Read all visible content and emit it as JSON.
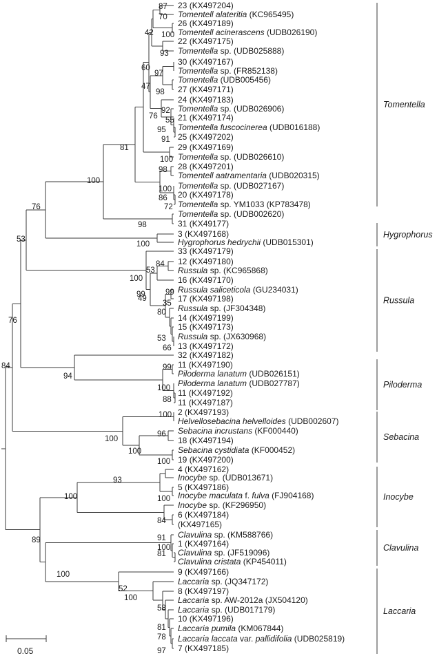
{
  "tree": {
    "leaves": [
      {
        "id": "t1",
        "name": "23",
        "acc": "(KX497204)"
      },
      {
        "id": "t2",
        "name": "Tomentell alateritia",
        "acc": "(KC965495)",
        "italic": true
      },
      {
        "id": "t3",
        "name": "26",
        "acc": "(KX497189)"
      },
      {
        "id": "t4",
        "name": "Tomentell acinerascens",
        "acc": "(UDB026190)",
        "italic": true
      },
      {
        "id": "t5",
        "name": "22",
        "acc": "(KX497175)"
      },
      {
        "id": "t6",
        "name": "Tomentella",
        "tail": "sp.",
        "acc": "(UDB025888)",
        "italic": true
      },
      {
        "id": "t7",
        "name": "30",
        "acc": "(KX497167)"
      },
      {
        "id": "t8",
        "name": "Tomentella",
        "tail": "sp.",
        "acc": "(FR852138)",
        "italic": true
      },
      {
        "id": "t9",
        "name": "Tomentella",
        "acc": "(UDB005456)",
        "italic": true
      },
      {
        "id": "t10",
        "name": "27",
        "acc": "(KX497171)"
      },
      {
        "id": "t11",
        "name": "24",
        "acc": "(KX497183)"
      },
      {
        "id": "t12",
        "name": "Tomentella",
        "tail": "sp.",
        "acc": "(UDB026906)",
        "italic": true
      },
      {
        "id": "t13",
        "name": "21",
        "acc": "(KX497174)"
      },
      {
        "id": "t14",
        "name": "Tomentella fuscocinerea",
        "acc": "(UDB016188)",
        "italic": true
      },
      {
        "id": "t15",
        "name": "25",
        "acc": "(KX497202)"
      },
      {
        "id": "t16",
        "name": "29",
        "acc": "(KX497169)"
      },
      {
        "id": "t17",
        "name": "Tomentella",
        "tail": "sp.",
        "acc": "(UDB026610)",
        "italic": true
      },
      {
        "id": "t18",
        "name": "28",
        "acc": "(KX497201)"
      },
      {
        "id": "t19",
        "name": "Tomentell aatramentaria",
        "acc": "(UDB020315)",
        "italic": true
      },
      {
        "id": "t20",
        "name": "Tomentella",
        "tail": "sp.",
        "acc": "(UDB027167)",
        "italic": true
      },
      {
        "id": "t21",
        "name": "20",
        "acc": "(KX497178)"
      },
      {
        "id": "t22",
        "name": "Tomentella",
        "tail": "sp. YM1033",
        "acc": "(KP783478)",
        "italic": true
      },
      {
        "id": "t23",
        "name": "Tomentella",
        "tail": "sp.",
        "acc": "(UDB002620)",
        "italic": true
      },
      {
        "id": "t24",
        "name": "31",
        "acc": "(KX49177)"
      },
      {
        "id": "h1",
        "name": "3",
        "acc": "(KX497168)"
      },
      {
        "id": "h2",
        "name": "Hygrophorus hedrychii",
        "acc": "(UDB015301)",
        "italic": true
      },
      {
        "id": "r1",
        "name": "33",
        "acc": "(KX497179)"
      },
      {
        "id": "r2",
        "name": "12",
        "acc": "(KX497180)"
      },
      {
        "id": "r3",
        "name": "Russula",
        "tail": "sp.",
        "acc": "(KC965868)",
        "italic": true
      },
      {
        "id": "r4",
        "name": "16",
        "acc": "(KX497170)"
      },
      {
        "id": "r5",
        "name": "Russula saliceticola",
        "acc": "(GU234031)",
        "italic": true
      },
      {
        "id": "r6",
        "name": "17",
        "acc": "(KX497198)"
      },
      {
        "id": "r7",
        "name": "Russula",
        "tail": "sp.",
        "acc": "(JF304348)",
        "italic": true
      },
      {
        "id": "r8",
        "name": "14",
        "acc": "(KX497199)"
      },
      {
        "id": "r9",
        "name": "15",
        "acc": "(KX497173)"
      },
      {
        "id": "r10",
        "name": "Russula",
        "tail": "sp.",
        "acc": "(JX630968)",
        "italic": true
      },
      {
        "id": "r11",
        "name": "13",
        "acc": "(KX497172)"
      },
      {
        "id": "p1",
        "name": "32",
        "acc": "(KX497182)"
      },
      {
        "id": "p2",
        "name": "11",
        "acc": "(KX497190)"
      },
      {
        "id": "p3",
        "name": "Piloderma lanatum",
        "acc": "(UDB026151)",
        "italic": true
      },
      {
        "id": "p4",
        "name": "Piloderma lanatum",
        "acc": "(UDB027787)",
        "italic": true
      },
      {
        "id": "p5",
        "name": "11",
        "acc": "(KX497192)"
      },
      {
        "id": "p6",
        "name": "11",
        "acc": "(KX497187)"
      },
      {
        "id": "s1",
        "name": "2",
        "acc": "(KX497193)"
      },
      {
        "id": "s2",
        "name": "Helvellosebacina helvelloides",
        "acc": "(UDB002607)",
        "italic": true
      },
      {
        "id": "s3",
        "name": "Sebacina incrustans",
        "acc": "(KF000440)",
        "italic": true
      },
      {
        "id": "s4",
        "name": "18",
        "acc": "(KX497194)"
      },
      {
        "id": "s5",
        "name": "Sebacina cystidiata",
        "acc": "(KF000452)",
        "italic": true
      },
      {
        "id": "s6",
        "name": "19",
        "acc": "(KX497200)"
      },
      {
        "id": "i1",
        "name": "4",
        "acc": "(KX497162)"
      },
      {
        "id": "i2",
        "name": "Inocybe",
        "tail": "sp.",
        "acc": "(UDB013671)",
        "italic": true
      },
      {
        "id": "i3",
        "name": "5",
        "acc": "(KX497186)"
      },
      {
        "id": "i4",
        "name": "Inocybe maculata",
        "tail": "f.",
        "tail2": "fulva",
        "acc": "(FJ904168)",
        "italic": true
      },
      {
        "id": "i5",
        "name": "Inocybe",
        "tail": "sp.",
        "acc": "(KF296950)",
        "italic": true
      },
      {
        "id": "i6",
        "name": "6",
        "acc": "(KX497184)"
      },
      {
        "id": "i7",
        "name": "",
        "acc": "(KX497165)"
      },
      {
        "id": "c1",
        "name": "Clavulina",
        "tail": "sp.",
        "acc": "(KM588766)",
        "italic": true
      },
      {
        "id": "c2",
        "name": "1",
        "acc": "(KX497164)"
      },
      {
        "id": "c3",
        "name": "Clavulina",
        "tail": "sp.",
        "acc": "(JF519096)",
        "italic": true
      },
      {
        "id": "c4",
        "name": "Clavulina cristata",
        "acc": "(KP454011)",
        "italic": true
      },
      {
        "id": "l1",
        "name": "9",
        "acc": "(KX497166)"
      },
      {
        "id": "l2",
        "name": "Laccaria",
        "tail": "sp.",
        "acc": "(JQ347172)",
        "italic": true
      },
      {
        "id": "l3",
        "name": "8",
        "acc": "(KX497197)"
      },
      {
        "id": "l4",
        "name": "Laccaria",
        "tail": "sp. AW-2012a",
        "acc": "(JX504120)",
        "italic": true
      },
      {
        "id": "l5",
        "name": "Laccaria",
        "tail": "sp.",
        "acc": "(UDB017179)",
        "italic": true
      },
      {
        "id": "l6",
        "name": "10",
        "acc": "(KX497196)"
      },
      {
        "id": "l7",
        "name": "Laccaria pumila",
        "acc": "(KM067844)",
        "italic": true
      },
      {
        "id": "l8",
        "name": "Laccaria laccata",
        "tail": "var.",
        "tail2": "pallidifolia",
        "acc": "(UDB025819)",
        "italic": true
      },
      {
        "id": "l9",
        "name": "7",
        "acc": "(KX497185)"
      }
    ],
    "bootstrap": [
      "87",
      "70",
      "42",
      "100",
      "93",
      "60",
      "97",
      "47",
      "98",
      "92",
      "55",
      "95",
      "91",
      "76",
      "100",
      "81",
      "100",
      "98",
      "100",
      "86",
      "72",
      "98",
      "76",
      "100",
      "53",
      "84",
      "53",
      "100",
      "49",
      "99",
      "99",
      "35",
      "80",
      "53",
      "66",
      "76",
      "94",
      "99",
      "100",
      "88",
      "84",
      "100",
      "100",
      "96",
      "100",
      "100",
      "93",
      "100",
      "100",
      "84",
      "89",
      "91",
      "100",
      "81",
      "100",
      "52",
      "100",
      "58",
      "81",
      "78",
      "97"
    ],
    "clades": [
      "Tomentella",
      "Hygrophorus",
      "Russula",
      "Piloderma",
      "Sebacina",
      "Inocybe",
      "Clavulina",
      "Laccaria"
    ],
    "scale_label": "0.05"
  }
}
